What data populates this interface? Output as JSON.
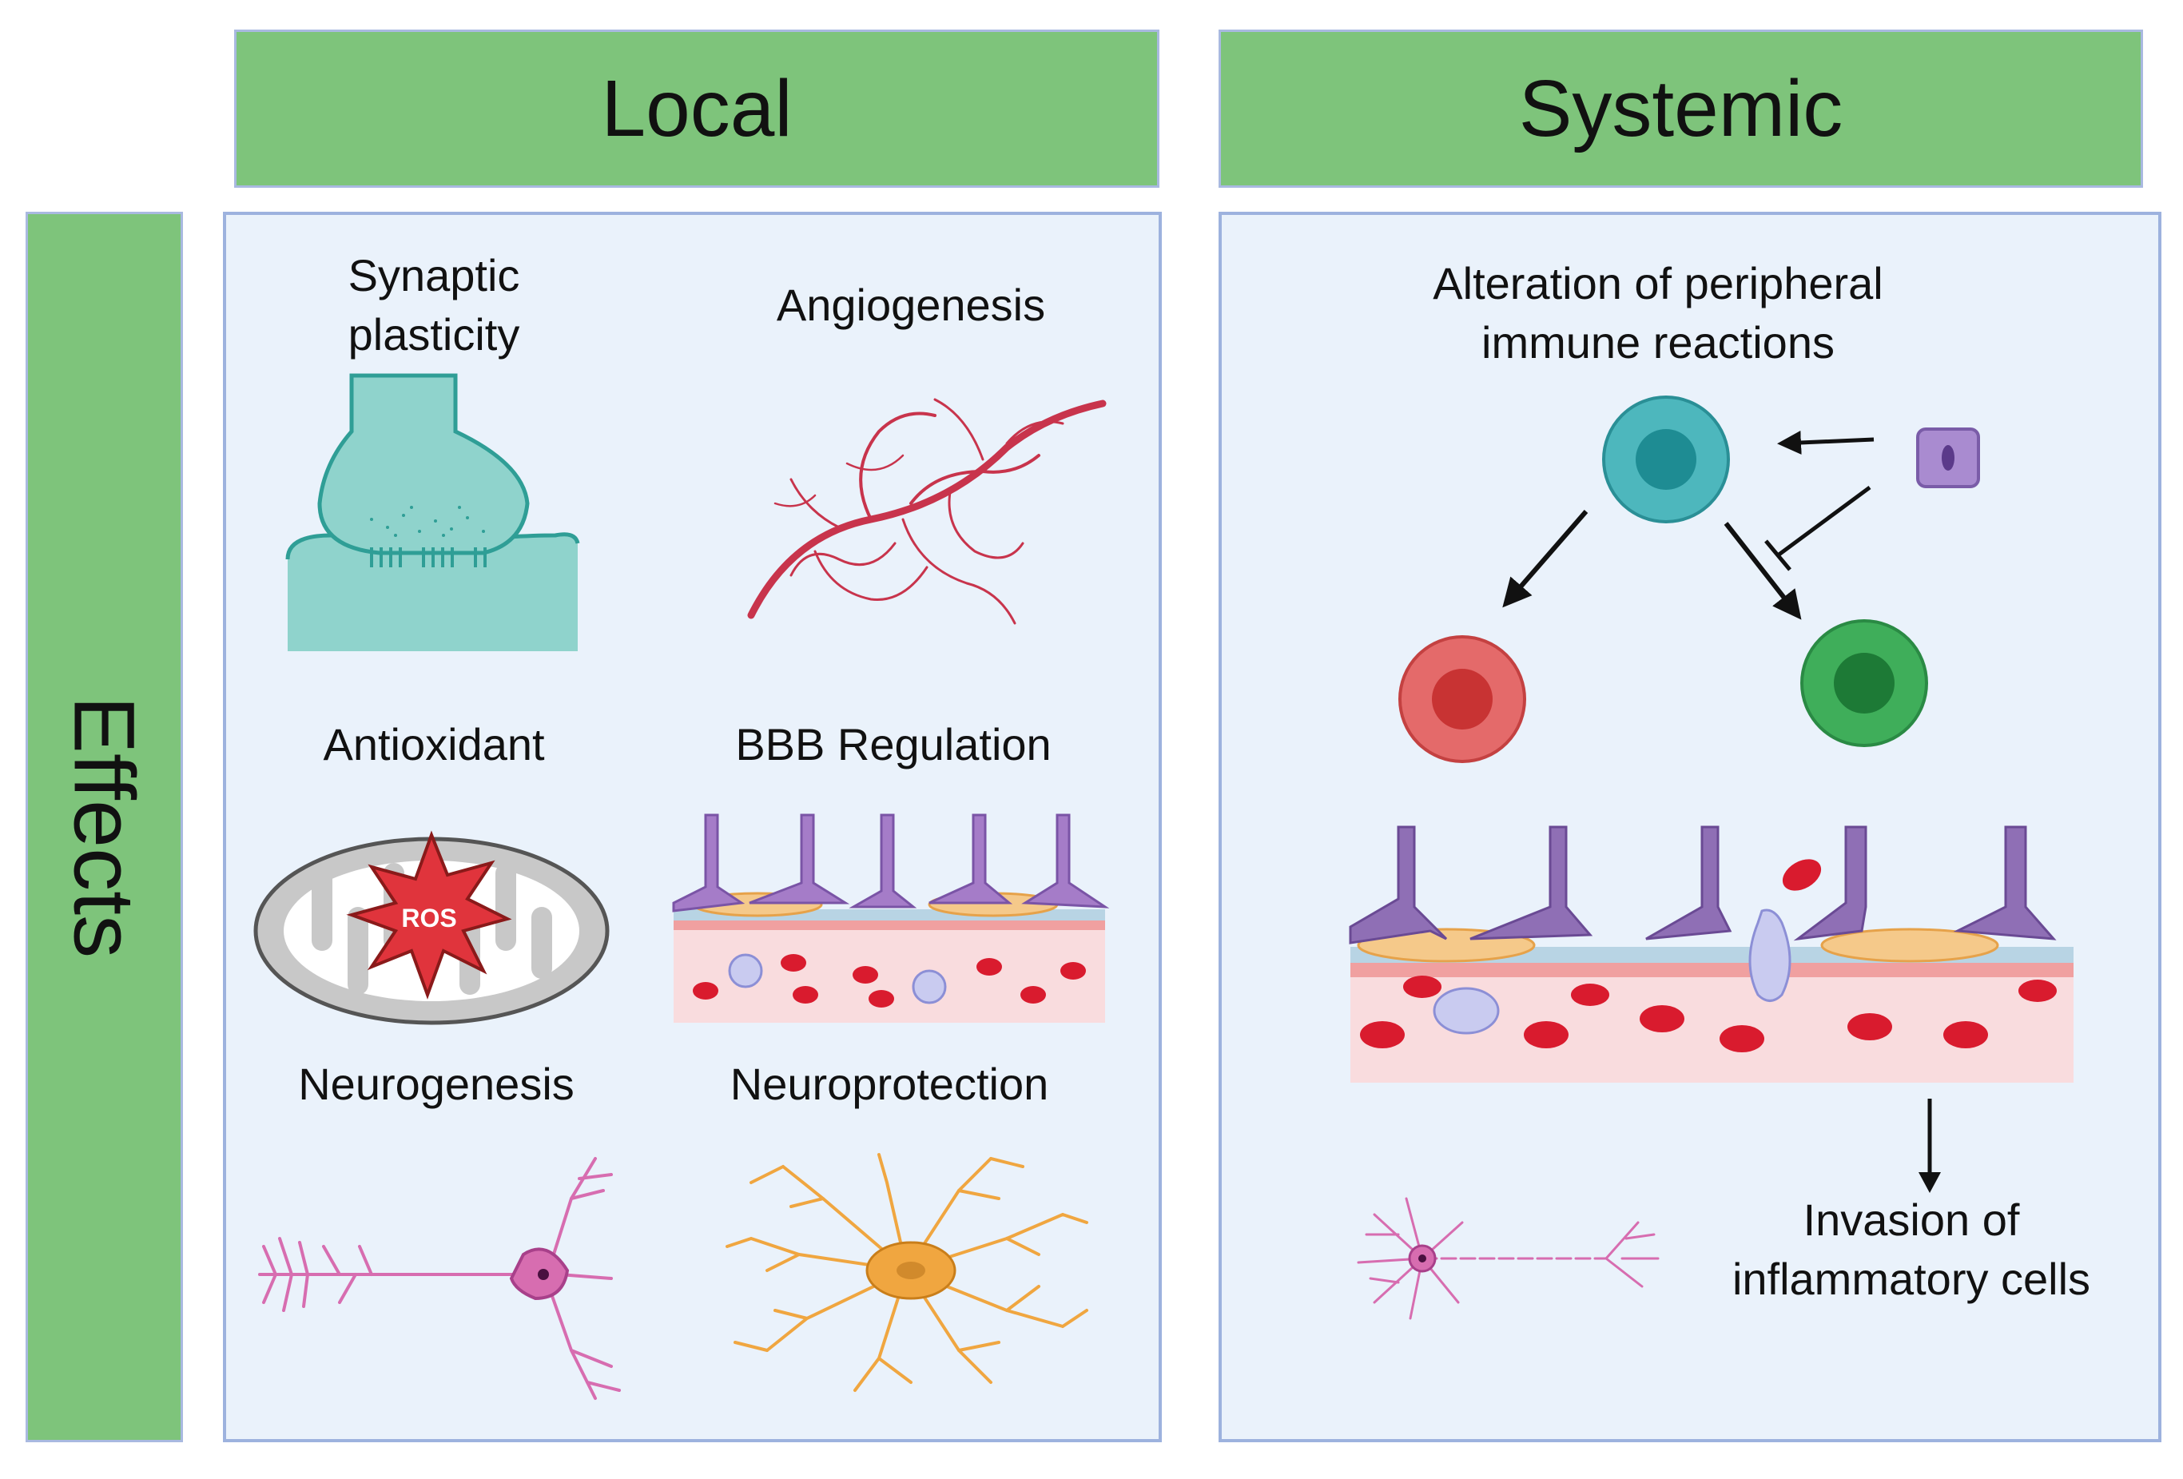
{
  "headers": {
    "local": "Local",
    "systemic": "Systemic"
  },
  "side_label": "Effects",
  "local": {
    "synaptic": [
      "Synaptic",
      "plasticity"
    ],
    "angiogenesis": "Angiogenesis",
    "antioxidant": "Antioxidant",
    "ros": "ROS",
    "bbb": "BBB Regulation",
    "neurogenesis": "Neurogenesis",
    "neuroprotection": "Neuroprotection"
  },
  "systemic": {
    "immune": [
      "Alteration of peripheral",
      "immune reactions"
    ],
    "invasion": [
      "Invasion of",
      "inflammatory cells"
    ]
  },
  "colors": {
    "header_green": "#7ec47b",
    "panel_bg": "#eaf2fb",
    "panel_border": "#9db2de",
    "vessel": "#c8344c",
    "synapse": "#8fd3cc",
    "astro": "#f0a640",
    "neuron": "#d76db0",
    "red_cell": "#d93a3a",
    "teal_cell": "#2aa4ab",
    "green_cell": "#2ea14a",
    "purple": "#8f6fb5"
  },
  "icons": [
    "synapse-icon",
    "blood-vessel-icon",
    "mitochondrion-icon",
    "bbb-icon",
    "neuron-icon",
    "astrocyte-icon",
    "immune-cell-icon",
    "arrow-icon",
    "inhibition-icon"
  ]
}
